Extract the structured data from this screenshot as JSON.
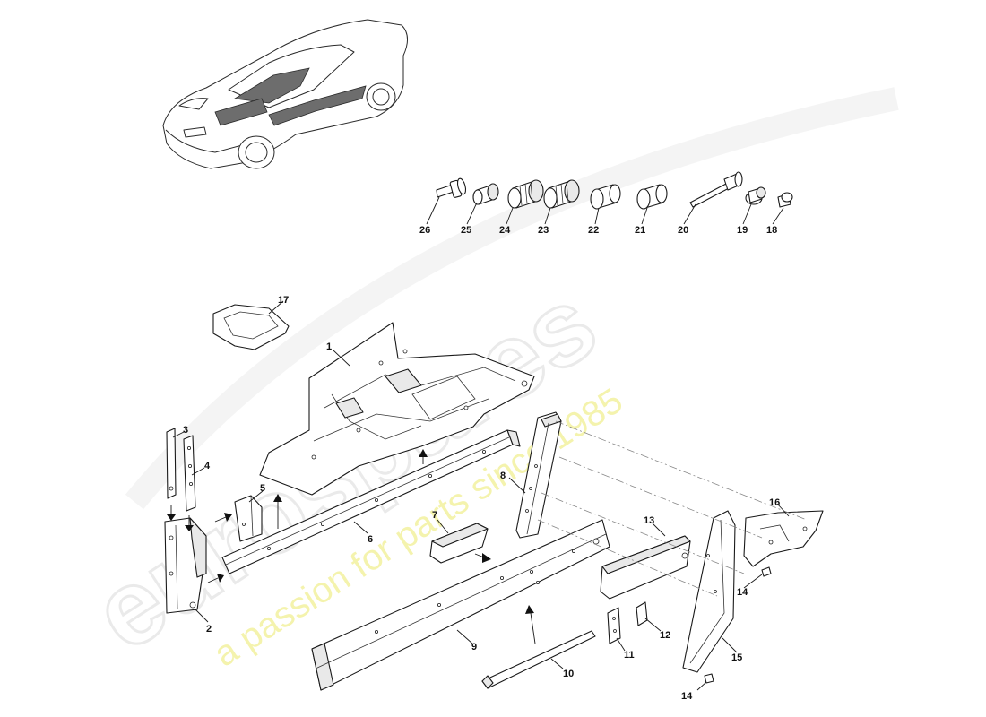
{
  "watermark": {
    "logo": "eurospares",
    "tagline": "a passion for parts since 1985"
  },
  "callouts": {
    "c1": "1",
    "c2": "2",
    "c3": "3",
    "c4": "4",
    "c5": "5",
    "c6": "6",
    "c7": "7",
    "c8": "8",
    "c9": "9",
    "c10": "10",
    "c11": "11",
    "c12": "12",
    "c13": "13",
    "c14a": "14",
    "c14b": "14",
    "c15": "15",
    "c16": "16",
    "c17": "17",
    "c18": "18",
    "c19": "19",
    "c20": "20",
    "c21": "21",
    "c22": "22",
    "c23": "23",
    "c24": "24",
    "c25": "25",
    "c26": "26"
  }
}
